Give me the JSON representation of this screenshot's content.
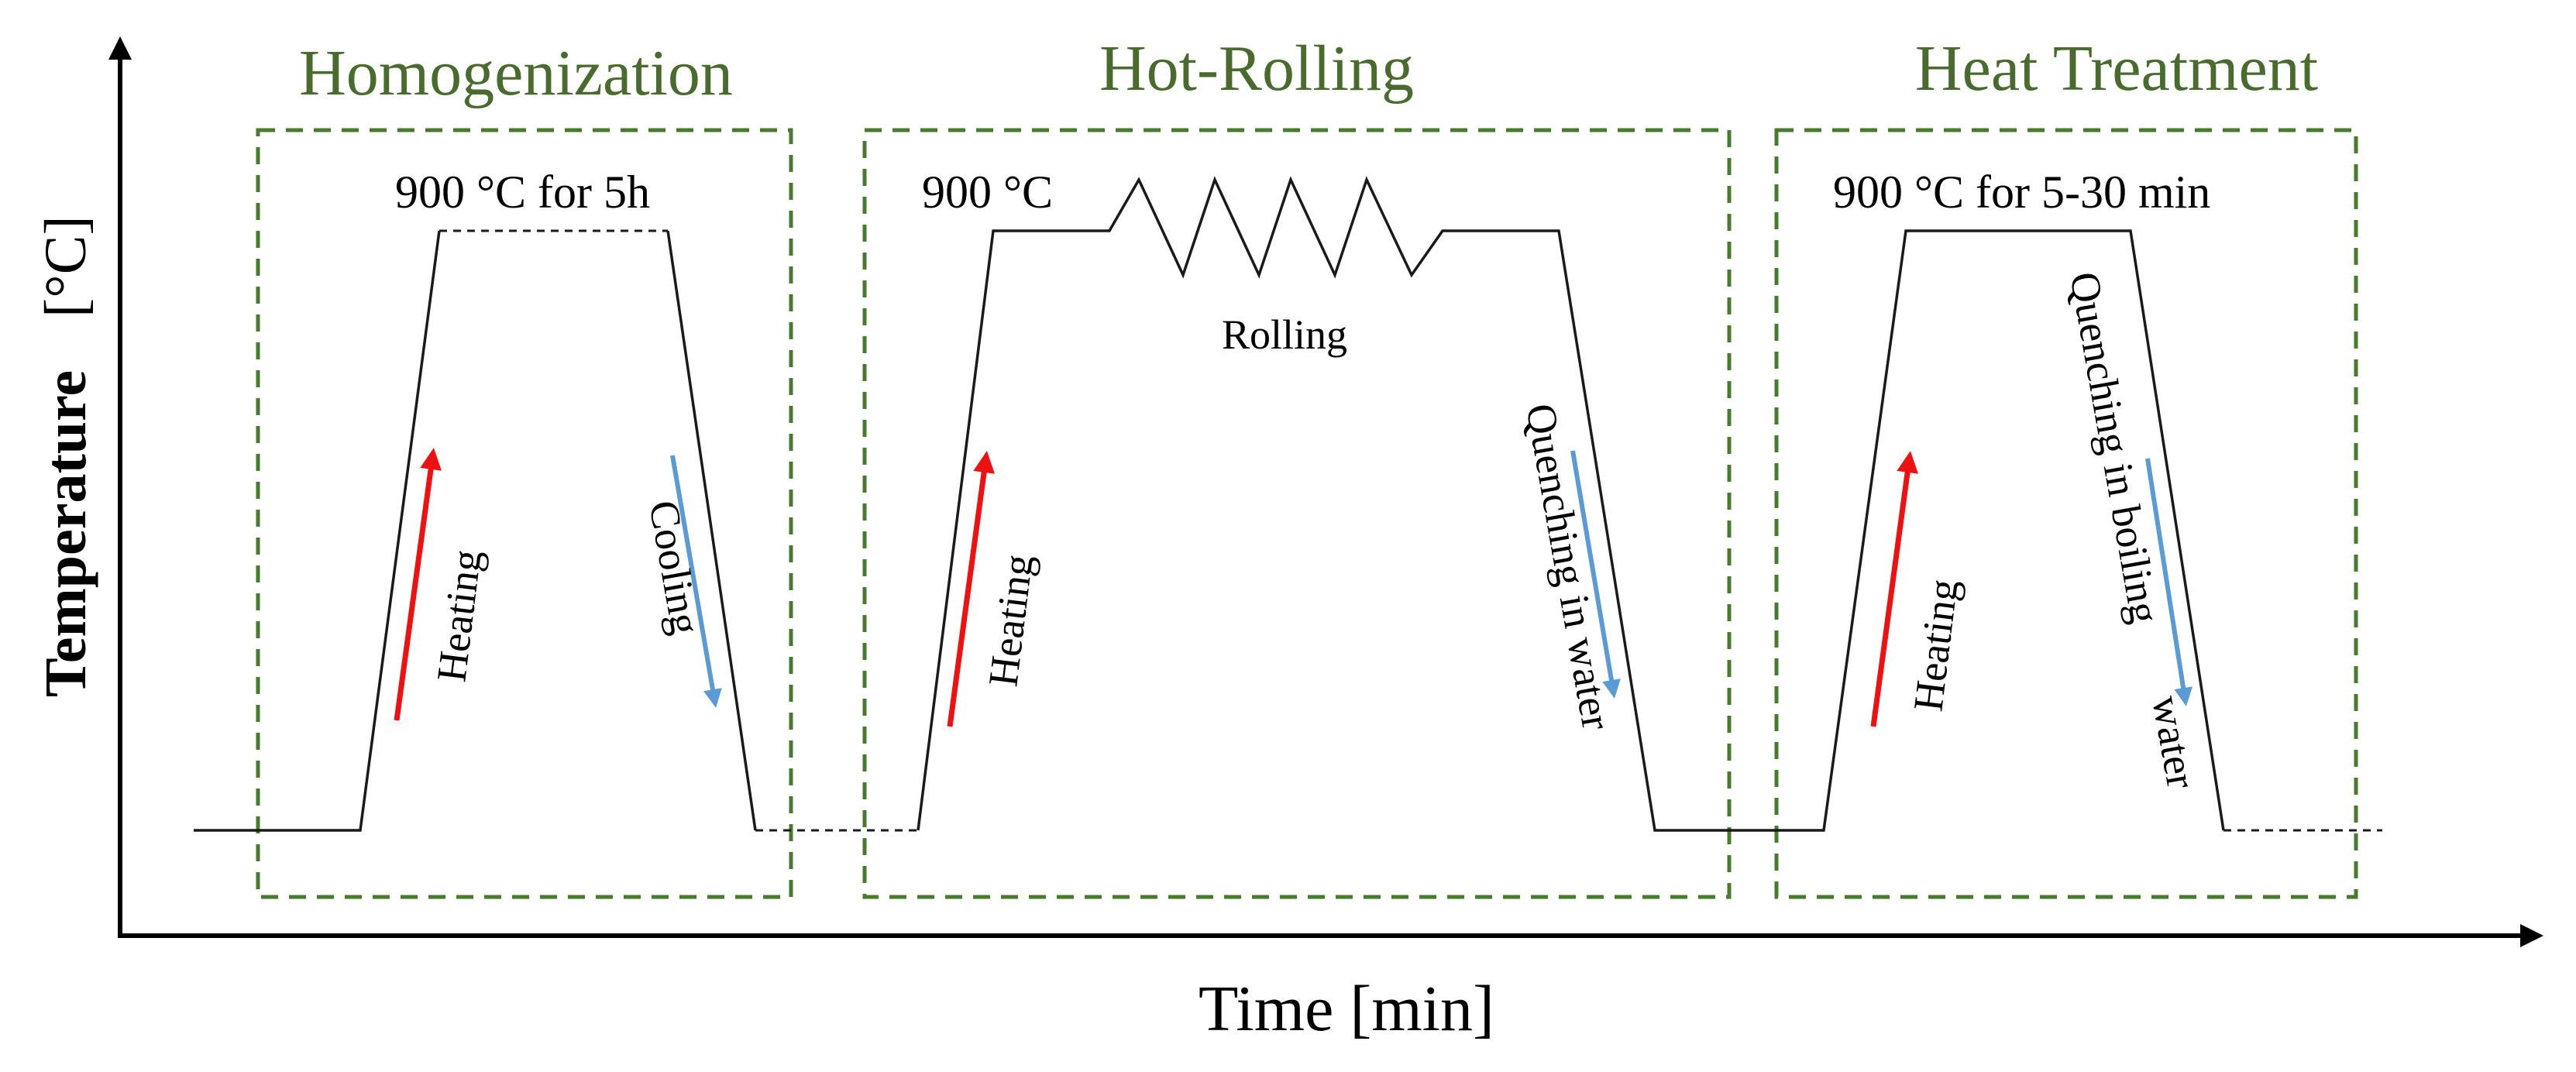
{
  "axes": {
    "x_label": "Time [min]",
    "y_label_main": "Temperature",
    "y_label_unit": "[°C]"
  },
  "stages": [
    {
      "title": "Homogenization",
      "temperature": "900 °C for 5h",
      "heating_label": "Heating",
      "cooling_label": "Cooling"
    },
    {
      "title": "Hot-Rolling",
      "temperature": "900 °C",
      "rolling_label": "Rolling",
      "heating_label": "Heating",
      "cooling_label": "Quenching in water"
    },
    {
      "title": "Heat Treatment",
      "temperature": "900 °C for 5-30 min",
      "heating_label": "Heating",
      "cooling_label_line1": "Quenching in boiling",
      "cooling_label_line2": "water"
    }
  ],
  "colors": {
    "title_green": "#4a6b2e",
    "box_green": "#4a7a2e",
    "heating_arrow": "#ee1111",
    "cooling_arrow": "#5b9bd5"
  }
}
